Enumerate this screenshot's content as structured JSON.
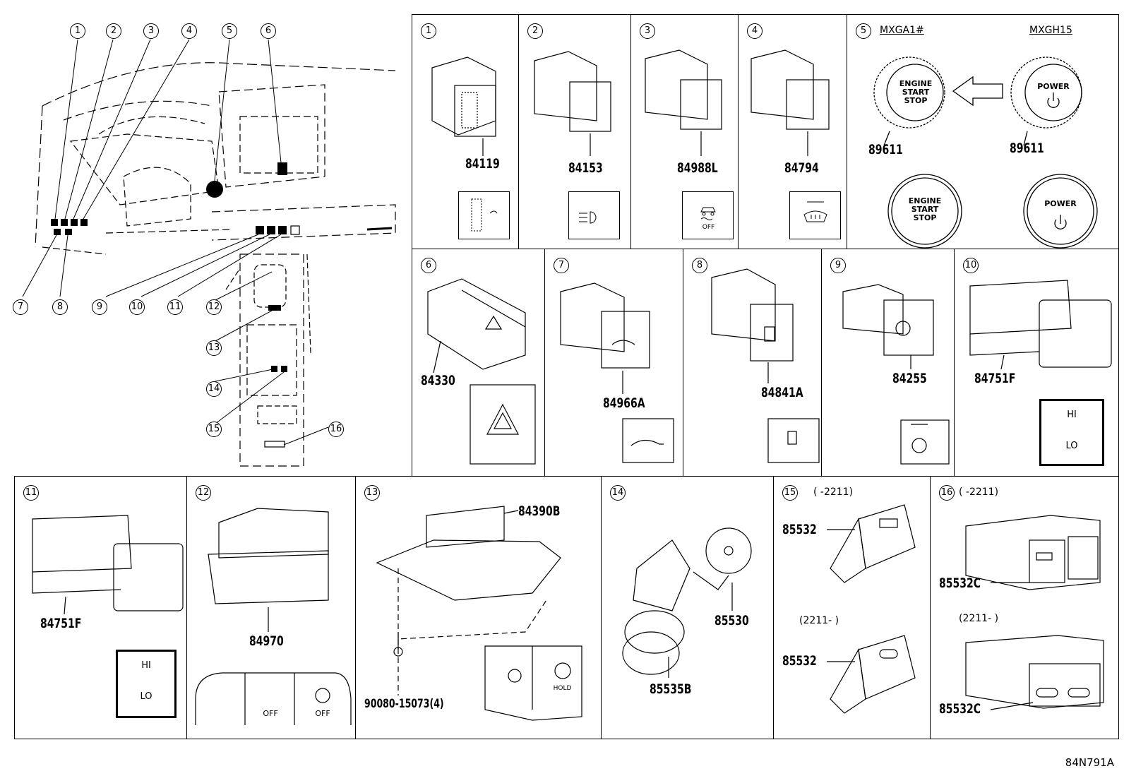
{
  "overview": {
    "callouts": [
      "1",
      "2",
      "3",
      "4",
      "5",
      "6",
      "7",
      "8",
      "9",
      "10",
      "11",
      "12",
      "13",
      "14",
      "15",
      "16"
    ]
  },
  "cells": [
    {
      "n": "1",
      "parts": [
        "84119"
      ]
    },
    {
      "n": "2",
      "parts": [
        "84153"
      ]
    },
    {
      "n": "3",
      "parts": [
        "84988L"
      ]
    },
    {
      "n": "4",
      "parts": [
        "84794"
      ]
    },
    {
      "n": "5",
      "parts": [
        "89611",
        "89611"
      ],
      "variants": [
        "MXGA1#",
        "MXGH15"
      ],
      "button_left": "ENGINE START STOP",
      "button_right": "POWER"
    },
    {
      "n": "6",
      "parts": [
        "84330"
      ]
    },
    {
      "n": "7",
      "parts": [
        "84966A"
      ]
    },
    {
      "n": "8",
      "parts": [
        "84841A"
      ]
    },
    {
      "n": "9",
      "parts": [
        "84255"
      ]
    },
    {
      "n": "10",
      "parts": [
        "84751F"
      ],
      "icon_hi": "HI",
      "icon_lo": "LO"
    },
    {
      "n": "11",
      "parts": [
        "84751F"
      ],
      "icon_hi": "HI",
      "icon_lo": "LO"
    },
    {
      "n": "12",
      "parts": [
        "84970"
      ],
      "off_label": "OFF"
    },
    {
      "n": "13",
      "parts": [
        "84390B",
        "90080-15073(4)"
      ],
      "hold_label": "HOLD"
    },
    {
      "n": "14",
      "parts": [
        "85530",
        "85535B"
      ]
    },
    {
      "n": "15",
      "parts": [
        "85532",
        "85532"
      ],
      "ranges": [
        "(     -2211)",
        "(2211-     )"
      ]
    },
    {
      "n": "16",
      "parts": [
        "85532C",
        "85532C"
      ],
      "ranges": [
        "(     -2211)",
        "(2211-     )"
      ]
    }
  ],
  "diagram_ref": "84N791A",
  "colors": {
    "line": "#000000",
    "background": "#ffffff"
  }
}
